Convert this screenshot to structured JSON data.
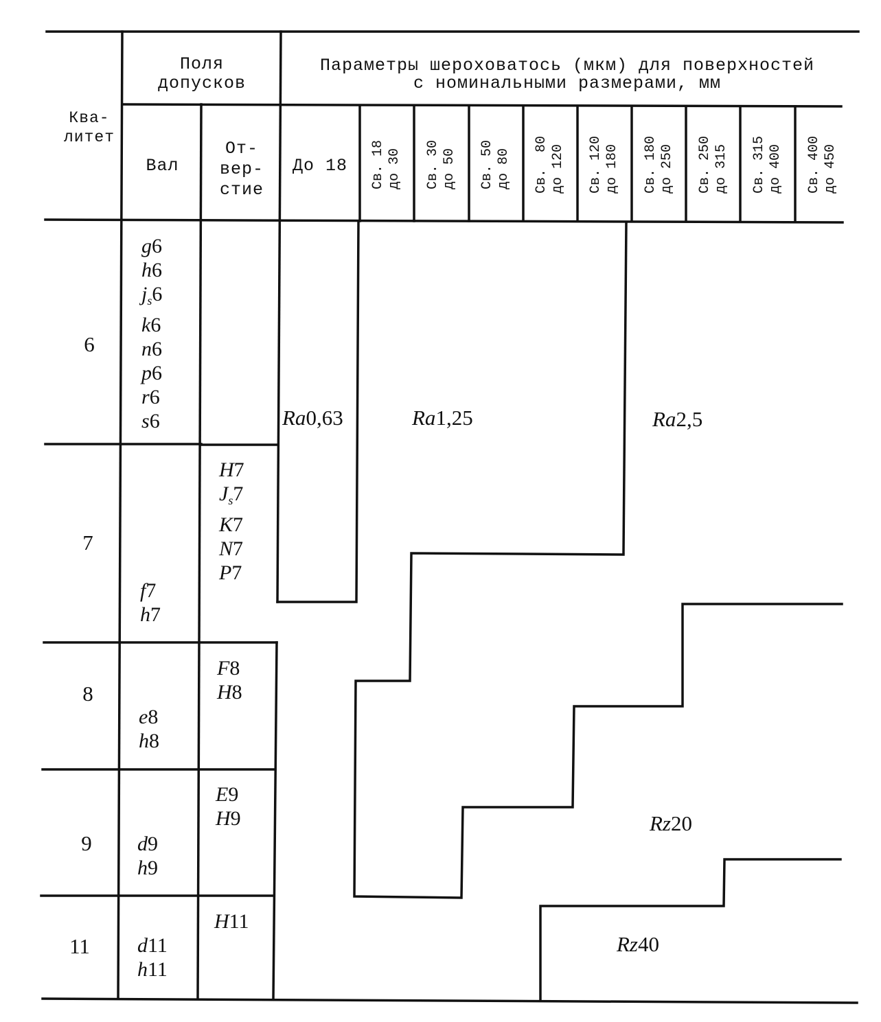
{
  "header": {
    "qualitet": "Ква-\nлитет",
    "tolerance_fields": "Поля\nдопусков",
    "shaft": "Вал",
    "hole": "От-\nвер-\nстие",
    "roughness_params": "Параметры шероховатось (мкм) для поверхностей\nс номинальными размерами, мм",
    "up_to_18": "До 18",
    "size_ranges": [
      {
        "range": "Св. 18\nдо 30"
      },
      {
        "range": "Св. 30\nдо 50"
      },
      {
        "range": "Св. 50\nдо 80"
      },
      {
        "range": "Св.  80\nдо 120"
      },
      {
        "range": "Св. 120\nдо 180"
      },
      {
        "range": "Св. 180\nдо 250"
      },
      {
        "range": "Св. 250\nдо 315"
      },
      {
        "range": "Св. 315\nдо 400"
      },
      {
        "range": "Св. 400\nдо 450"
      }
    ]
  },
  "rows": [
    {
      "qualitet": "6",
      "shaft": [
        {
          "letter": "g",
          "sub": "",
          "num": "6"
        },
        {
          "letter": "h",
          "sub": "",
          "num": "6"
        },
        {
          "letter": "j",
          "sub": "s",
          "num": "6"
        },
        {
          "letter": "k",
          "sub": "",
          "num": "6"
        },
        {
          "letter": "n",
          "sub": "",
          "num": "6"
        },
        {
          "letter": "p",
          "sub": "",
          "num": "6"
        },
        {
          "letter": "r",
          "sub": "",
          "num": "6"
        },
        {
          "letter": "s",
          "sub": "",
          "num": "6"
        }
      ],
      "hole": []
    },
    {
      "qualitet": "7",
      "hole": [
        {
          "letter": "H",
          "sub": "",
          "num": "7"
        },
        {
          "letter": "J",
          "sub": "s",
          "num": "7"
        },
        {
          "letter": "K",
          "sub": "",
          "num": "7"
        },
        {
          "letter": "N",
          "sub": "",
          "num": "7"
        },
        {
          "letter": "P",
          "sub": "",
          "num": "7"
        }
      ],
      "shaft": [
        {
          "letter": "f",
          "sub": "",
          "num": "7"
        },
        {
          "letter": "h",
          "sub": "",
          "num": "7"
        }
      ]
    },
    {
      "qualitet": "8",
      "hole": [
        {
          "letter": "F",
          "sub": "",
          "num": "8"
        },
        {
          "letter": "H",
          "sub": "",
          "num": "8"
        }
      ],
      "shaft": [
        {
          "letter": "e",
          "sub": "",
          "num": "8"
        },
        {
          "letter": "h",
          "sub": "",
          "num": "8"
        }
      ]
    },
    {
      "qualitet": "9",
      "hole": [
        {
          "letter": "E",
          "sub": "",
          "num": "9"
        },
        {
          "letter": "H",
          "sub": "",
          "num": "9"
        }
      ],
      "shaft": [
        {
          "letter": "d",
          "sub": "",
          "num": "9"
        },
        {
          "letter": "h",
          "sub": "",
          "num": "9"
        }
      ]
    },
    {
      "qualitet": "11",
      "hole": [
        {
          "letter": "H",
          "sub": "",
          "num": "11"
        }
      ],
      "shaft": [
        {
          "letter": "d",
          "sub": "",
          "num": "11"
        },
        {
          "letter": "h",
          "sub": "",
          "num": "11"
        }
      ]
    }
  ],
  "roughness_zones": [
    {
      "param": "Ra",
      "value": "0,63"
    },
    {
      "param": "Ra",
      "value": "1,25"
    },
    {
      "param": "Ra",
      "value": "2,5"
    },
    {
      "param": "Rz",
      "value": "20"
    },
    {
      "param": "Rz",
      "value": "40"
    }
  ]
}
